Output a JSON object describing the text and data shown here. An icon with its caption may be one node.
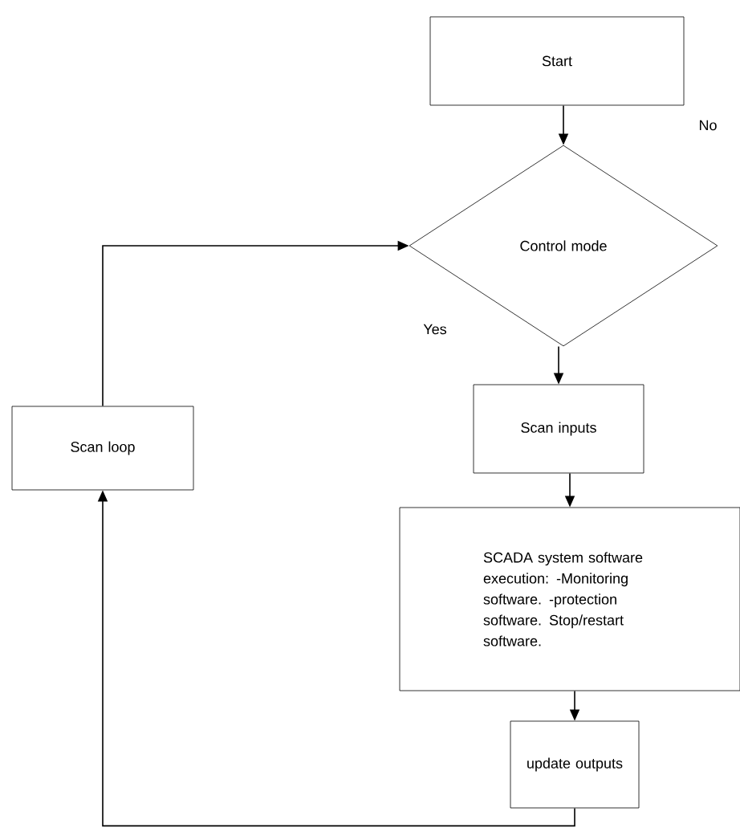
{
  "diagram": {
    "nodes": [
      {
        "text": [
          "Start"
        ]
      },
      {
        "text": [
          "Control mode"
        ]
      },
      {
        "text": [
          "Scan inputs"
        ]
      },
      {
        "text": [
          "SCADA system software execution: -Monitoring software. -protection software. Stop/restart software."
        ]
      },
      {
        "text": [
          "Scan loop"
        ]
      },
      {
        "text": [
          "update outputs"
        ]
      }
    ],
    "edges": [
      {
        "from": 0,
        "to": 1,
        "arrow": "to"
      },
      {
        "from": 1,
        "to": 2,
        "arrow": "to"
      },
      {
        "from": 2,
        "to": 3,
        "arrow": "to"
      },
      {
        "from": 3,
        "to": 5,
        "arrow": "to"
      },
      {
        "from": 5,
        "to": 4,
        "arrow": "to"
      },
      {
        "from": 4,
        "to": 1,
        "arrow": "to"
      }
    ],
    "labels": [
      "No",
      "Yes"
    ]
  }
}
